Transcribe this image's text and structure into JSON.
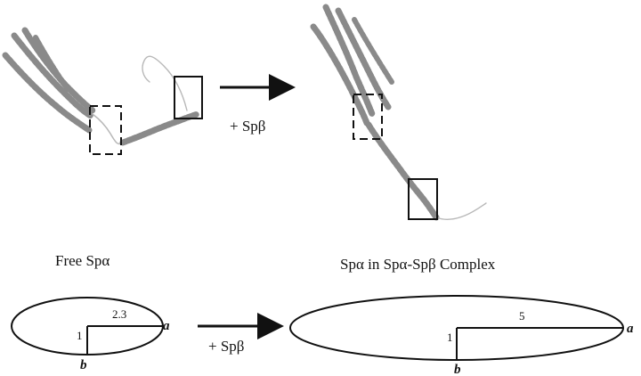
{
  "panels": {
    "free": {
      "label": "Free Spα",
      "ellipse": {
        "a_value": "2.3",
        "b_value": "1",
        "a_label": "a",
        "b_label": "b"
      }
    },
    "complex": {
      "label": "Spα in Spα-Spβ Complex",
      "ellipse": {
        "a_value": "5",
        "b_value": "1",
        "a_label": "a",
        "b_label": "b"
      }
    }
  },
  "arrows": {
    "top_label": "+ Spβ",
    "bottom_label": "+ Spβ"
  },
  "colors": {
    "ribbon": "#8a8a8a",
    "ribbon_light": "#b8b8b8",
    "line": "#111111"
  }
}
